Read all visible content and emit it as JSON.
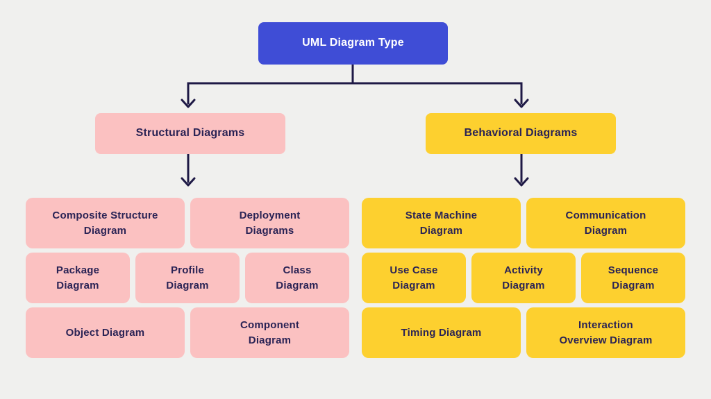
{
  "colors": {
    "background": "#f0f0ee",
    "root_blue": "#3f4dd6",
    "structural_pink": "#fbc1c1",
    "behavioral_yellow": "#fdd02f",
    "connector_navy": "#1e1945",
    "text_navy": "#2a2355",
    "root_text_white": "#ffffff"
  },
  "root": {
    "label": "UML Diagram Type"
  },
  "structural": {
    "label": "Structural Diagrams",
    "items": [
      {
        "label": "Composite Structure\nDiagram"
      },
      {
        "label": "Deployment\nDiagrams"
      },
      {
        "label": "Package\nDiagram"
      },
      {
        "label": "Profile\nDiagram"
      },
      {
        "label": "Class\nDiagram"
      },
      {
        "label": "Object Diagram"
      },
      {
        "label": "Component\nDiagram"
      }
    ]
  },
  "behavioral": {
    "label": "Behavioral Diagrams",
    "items": [
      {
        "label": "State Machine\nDiagram"
      },
      {
        "label": "Communication\nDiagram"
      },
      {
        "label": "Use Case\nDiagram"
      },
      {
        "label": "Activity\nDiagram"
      },
      {
        "label": "Sequence\nDiagram"
      },
      {
        "label": "Timing Diagram"
      },
      {
        "label": "Interaction\nOverview Diagram"
      }
    ]
  }
}
